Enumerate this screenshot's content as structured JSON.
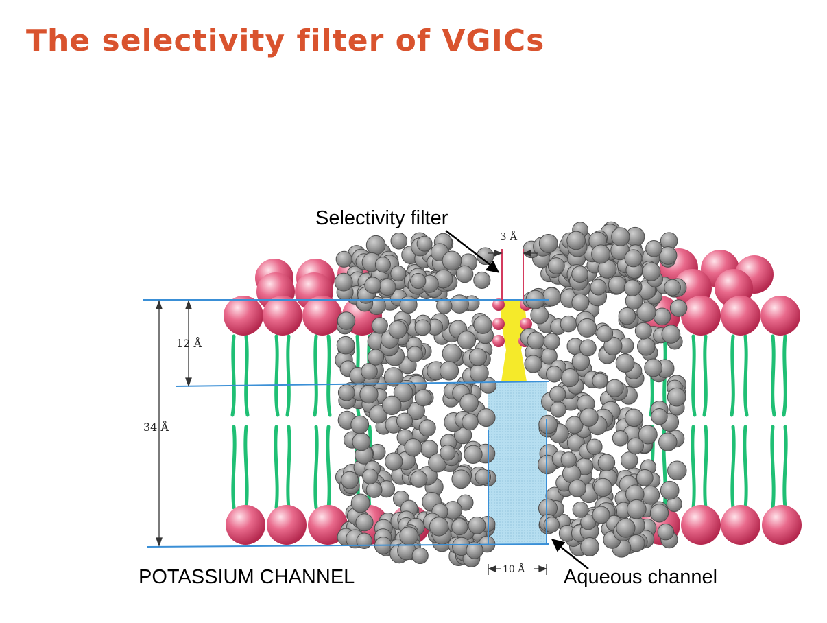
{
  "slide": {
    "title": "The selectivity filter of VGICs"
  },
  "diagram": {
    "labels": {
      "selectivity_filter": "Selectivity filter",
      "aqueous_channel": "Aqueous channel",
      "potassium_channel": "POTASSIUM CHANNEL"
    },
    "dimensions": {
      "filter_width": "3 Å",
      "filter_depth": "12 Å",
      "membrane_thickness": "34 Å",
      "channel_width": "10 Å"
    },
    "colors": {
      "title": "#d9532e",
      "lipid_head": "#e0557a",
      "lipid_tail": "#1fbf74",
      "protein_atom": "#8a8a8a",
      "aqueous": "#a8d8ea",
      "filter": "#f5ea2a",
      "guide_line": "#3a8fd6"
    }
  }
}
